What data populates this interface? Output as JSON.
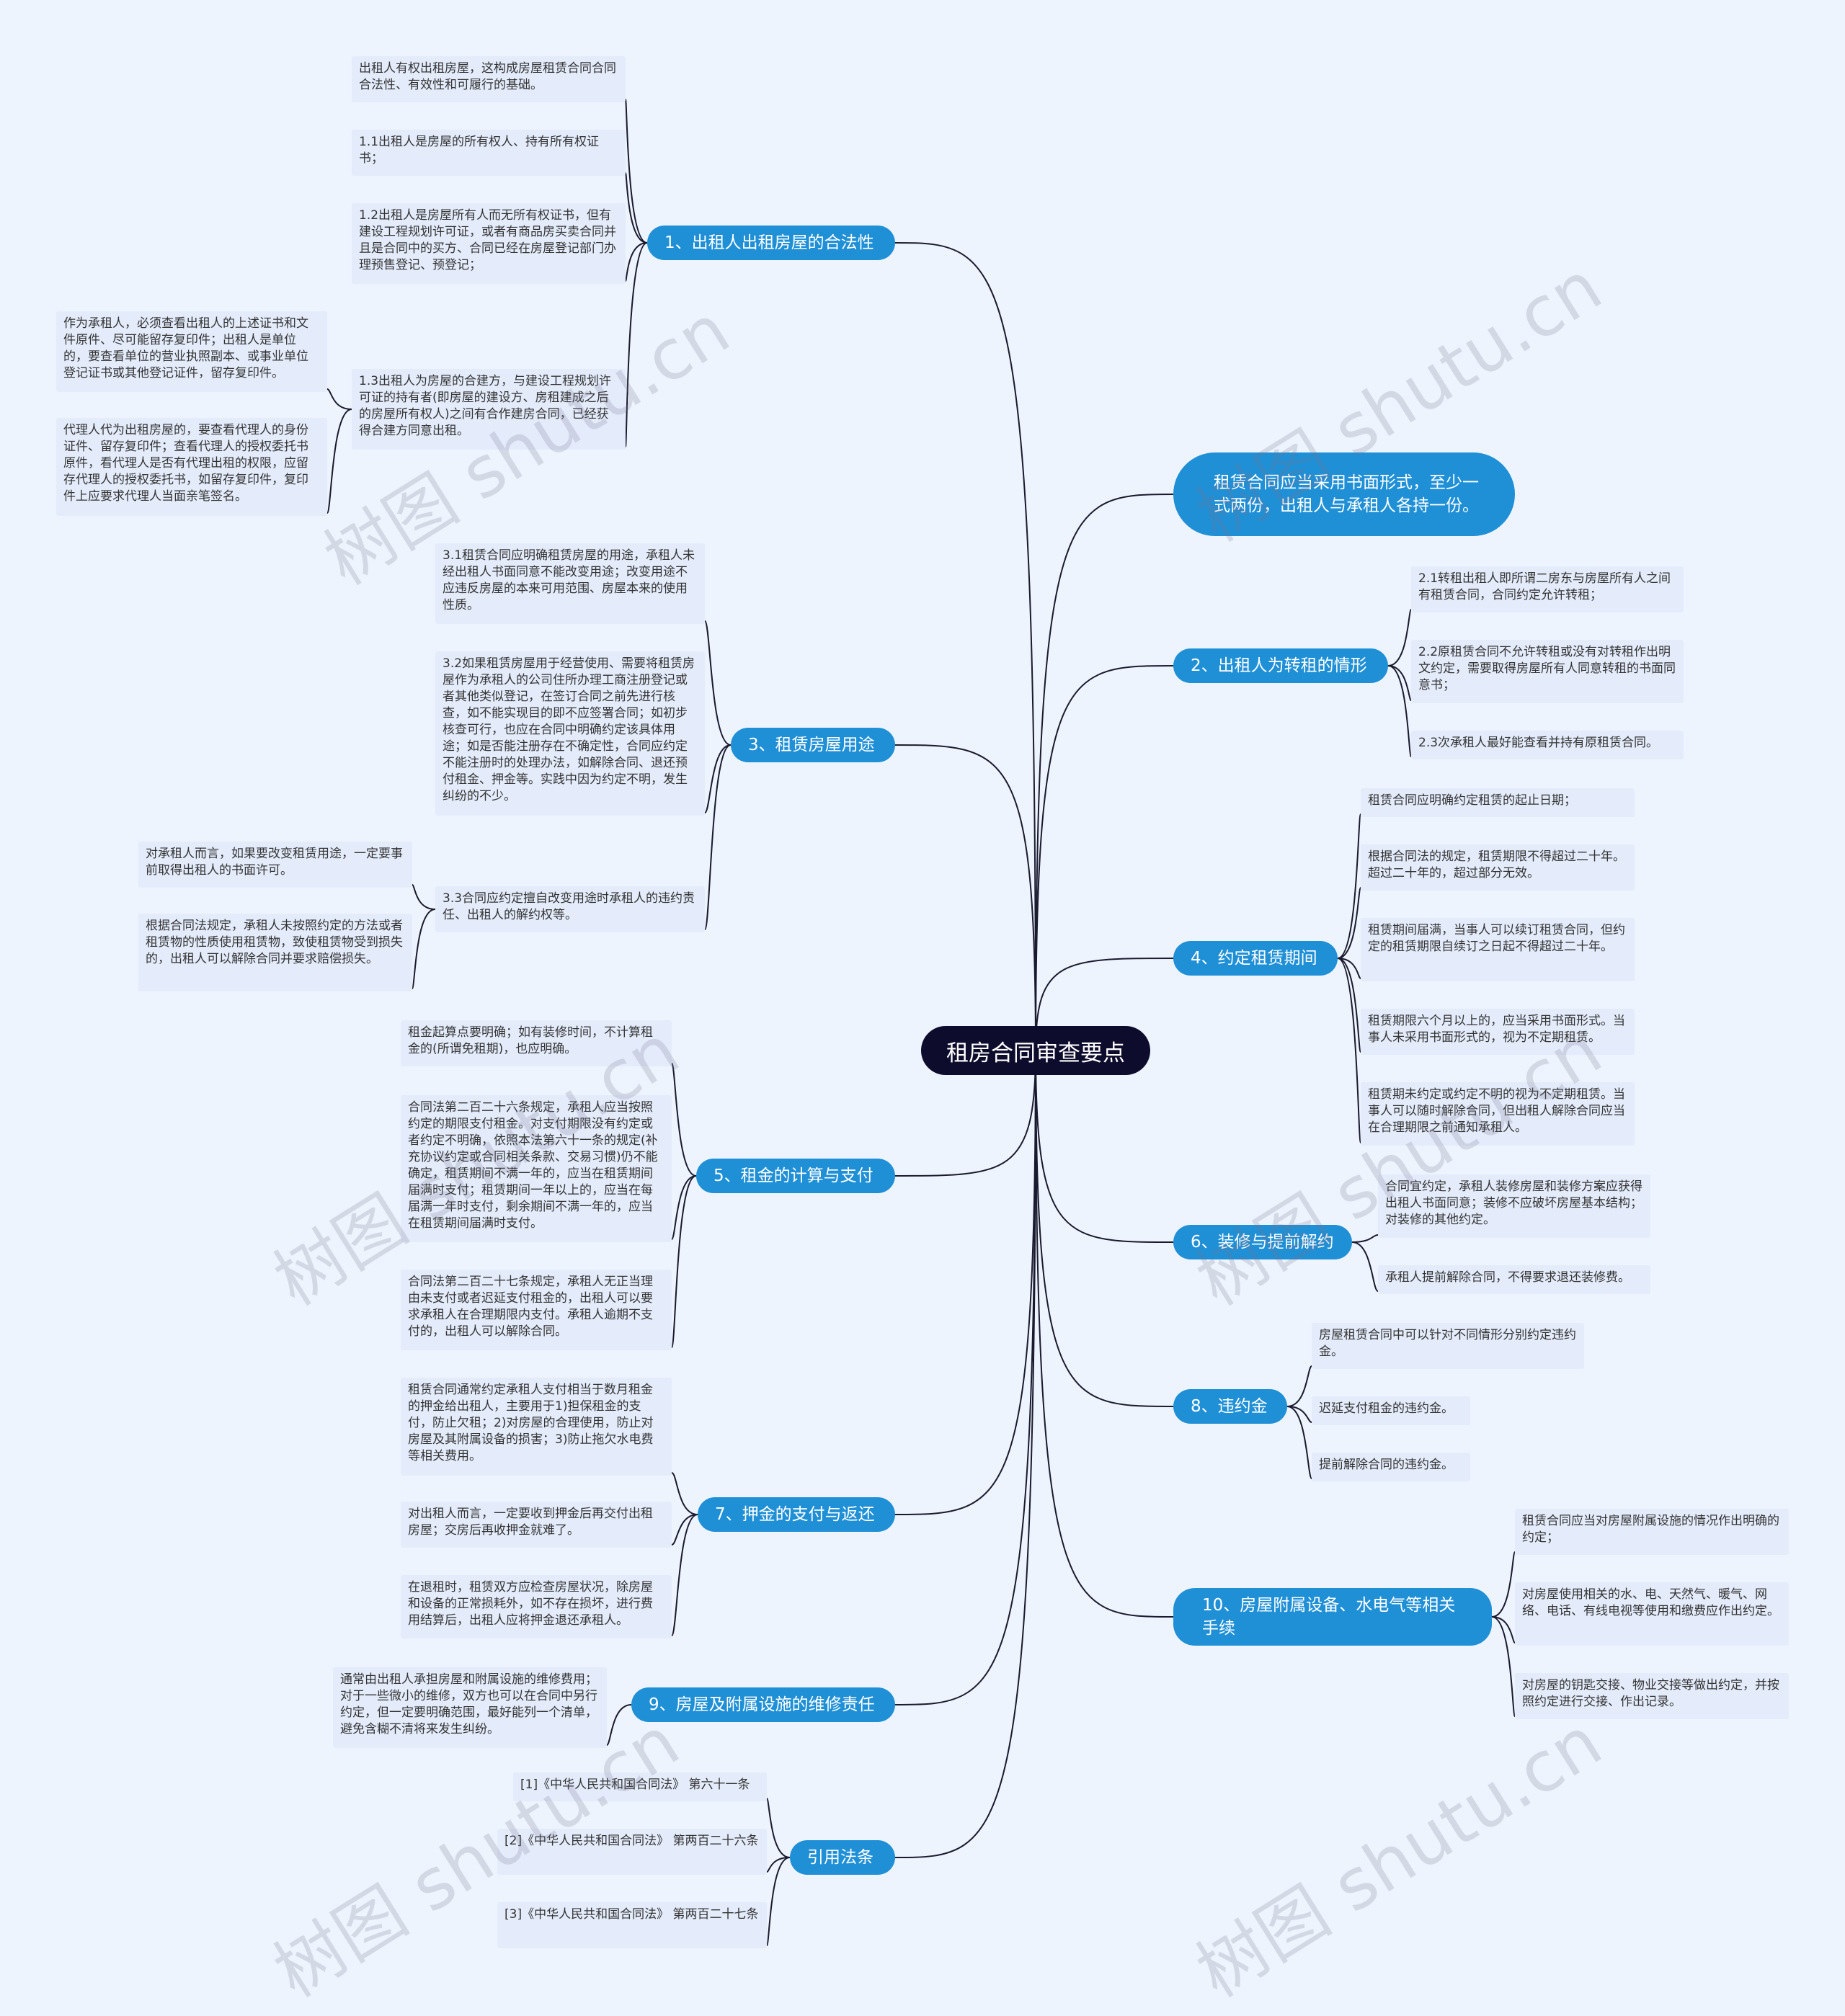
{
  "root": {
    "label": "租房合同审查要点"
  },
  "branches": {
    "b1": {
      "label": "1、出租人出租房屋的合法性"
    },
    "b_top": {
      "label": "租赁合同应当采用书面形式，至少一式两份，出租人与承租人各持一份。"
    },
    "b2": {
      "label": "2、出租人为转租的情形"
    },
    "b3": {
      "label": "3、租赁房屋用途"
    },
    "b4": {
      "label": "4、约定租赁期间"
    },
    "b5": {
      "label": "5、租金的计算与支付"
    },
    "b6": {
      "label": "6、装修与提前解约"
    },
    "b7": {
      "label": "7、押金的支付与返还"
    },
    "b8": {
      "label": "8、违约金"
    },
    "b9": {
      "label": "9、房屋及附属设施的维修责任"
    },
    "b10": {
      "label": "10、房屋附属设备、水电气等相关手续"
    },
    "bref": {
      "label": "引用法条"
    }
  },
  "leaves": {
    "l1_0": "出租人有权出租房屋，这构成房屋租赁合同合同合法性、有效性和可履行的基础。",
    "l1_1": "1.1出租人是房屋的所有权人、持有所有权证书；",
    "l1_2": "1.2出租人是房屋所有人而无所有权证书，但有建设工程规划许可证，或者有商品房买卖合同并且是合同中的买方、合同已经在房屋登记部门办理预售登记、预登记；",
    "l1_3": "1.3出租人为房屋的合建方，与建设工程规划许可证的持有者(即房屋的建设方、房租建成之后的房屋所有权人)之间有合作建房合同，已经获得合建方同意出租。",
    "l1_3a": "作为承租人，必须查看出租人的上述证书和文件原件、尽可能留存复印件；出租人是单位的，要查看单位的营业执照副本、或事业单位登记证书或其他登记证件，留存复印件。",
    "l1_3b": "代理人代为出租房屋的，要查看代理人的身份证件、留存复印件；查看代理人的授权委托书原件，看代理人是否有代理出租的权限，应留存代理人的授权委托书，如留存复印件，复印件上应要求代理人当面亲笔签名。",
    "l2_1": "2.1转租出租人即所谓二房东与房屋所有人之间有租赁合同，合同约定允许转租；",
    "l2_2": "2.2原租赁合同不允许转租或没有对转租作出明文约定，需要取得房屋所有人同意转租的书面同意书；",
    "l2_3": "2.3次承租人最好能查看并持有原租赁合同。",
    "l3_1": "3.1租赁合同应明确租赁房屋的用途，承租人未经出租人书面同意不能改变用途；改变用途不应违反房屋的本来可用范围、房屋本来的使用性质。",
    "l3_2": "3.2如果租赁房屋用于经营使用、需要将租赁房屋作为承租人的公司住所办理工商注册登记或者其他类似登记，在签订合同之前先进行核查，如不能实现目的即不应签署合同；如初步核查可行，也应在合同中明确约定该具体用途；如是否能注册存在不确定性，合同应约定不能注册时的处理办法，如解除合同、退还预付租金、押金等。实践中因为约定不明，发生纠纷的不少。",
    "l3_3": "3.3合同应约定擅自改变用途时承租人的违约责任、出租人的解约权等。",
    "l3_3a": "对承租人而言，如果要改变租赁用途，一定要事前取得出租人的书面许可。",
    "l3_3b": "根据合同法规定，承租人未按照约定的方法或者租赁物的性质使用租赁物，致使租赁物受到损失的，出租人可以解除合同并要求赔偿损失。",
    "l4_1": "租赁合同应明确约定租赁的起止日期；",
    "l4_2": "根据合同法的规定，租赁期限不得超过二十年。超过二十年的，超过部分无效。",
    "l4_3": "租赁期间届满，当事人可以续订租赁合同，但约定的租赁期限自续订之日起不得超过二十年。",
    "l4_4": "租赁期限六个月以上的，应当采用书面形式。当事人未采用书面形式的，视为不定期租赁。",
    "l4_5": "租赁期未约定或约定不明的视为不定期租赁。当事人可以随时解除合同，但出租人解除合同应当在合理期限之前通知承租人。",
    "l5_1": "租金起算点要明确；如有装修时间，不计算租金的(所谓免租期)，也应明确。",
    "l5_2": "合同法第二百二十六条规定，承租人应当按照约定的期限支付租金。对支付期限没有约定或者约定不明确，依照本法第六十一条的规定(补充协议约定或合同相关条款、交易习惯)仍不能确定，租赁期间不满一年的，应当在租赁期间届满时支付；租赁期间一年以上的，应当在每届满一年时支付，剩余期间不满一年的，应当在租赁期间届满时支付。",
    "l5_3": "合同法第二百二十七条规定，承租人无正当理由未支付或者迟延支付租金的，出租人可以要求承租人在合理期限内支付。承租人逾期不支付的，出租人可以解除合同。",
    "l6_1": "合同宜约定，承租人装修房屋和装修方案应获得出租人书面同意；装修不应破坏房屋基本结构；对装修的其他约定。",
    "l6_2": "承租人提前解除合同，不得要求退还装修费。",
    "l7_1": "租赁合同通常约定承租人支付相当于数月租金的押金给出租人，主要用于1)担保租金的支付，防止欠租；2)对房屋的合理使用，防止对房屋及其附属设备的损害；3)防止拖欠水电费等相关费用。",
    "l7_2": "对出租人而言，一定要收到押金后再交付出租房屋；交房后再收押金就难了。",
    "l7_3": "在退租时，租赁双方应检查房屋状况，除房屋和设备的正常损耗外，如不存在损坏，进行费用结算后，出租人应将押金退还承租人。",
    "l8_1": "房屋租赁合同中可以针对不同情形分别约定违约金。",
    "l8_2": "迟延支付租金的违约金。",
    "l8_3": "提前解除合同的违约金。",
    "l9_1": "通常由出租人承担房屋和附属设施的维修费用；对于一些微小的维修，双方也可以在合同中另行约定，但一定要明确范围，最好能列一个清单，避免含糊不清将来发生纠纷。",
    "l10_1": "租赁合同应当对房屋附属设施的情况作出明确的约定；",
    "l10_2": "对房屋使用相关的水、电、天然气、暖气、网络、电话、有线电视等使用和缴费应作出约定。",
    "l10_3": "对房屋的钥匙交接、物业交接等做出约定，并按照约定进行交接、作出记录。",
    "lr_1": "[1]《中华人民共和国合同法》 第六十一条",
    "lr_2": "[2]《中华人民共和国合同法》 第两百二十六条",
    "lr_3": "[3]《中华人民共和国合同法》 第两百二十七条"
  },
  "watermarks": [
    "树图 shutu.cn",
    "树图 shutu.cn",
    "树图 shutu.cn",
    "树图 shutu.cn",
    "树图 shutu.cn",
    "树图 shutu.cn"
  ],
  "colors": {
    "background": "#eef4fe",
    "root": "#0e0c2c",
    "branch": "#1f8fd6",
    "leaf": "#e4ecfb",
    "line": "#1a1a2e"
  }
}
